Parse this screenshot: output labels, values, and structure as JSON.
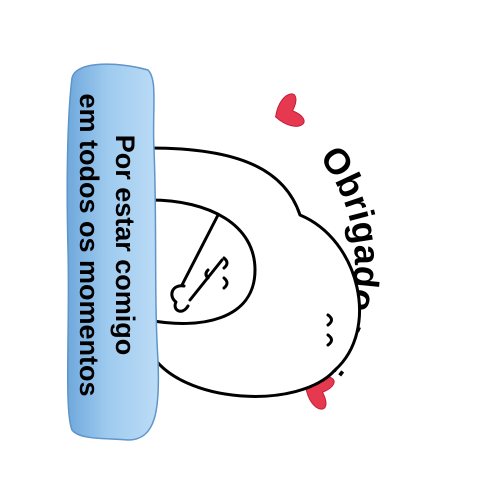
{
  "title": "Obrigado pai",
  "banner": {
    "line1": "Por estar comigo",
    "line2": "em todos os momentos"
  },
  "icons": [
    "heart-icon",
    "heart-icon"
  ],
  "colors": {
    "heart": "#e63950",
    "banner_fill": "#9fcbef",
    "banner_shade": "#6fa8dc",
    "stroke": "#000000",
    "background": "#ffffff"
  }
}
